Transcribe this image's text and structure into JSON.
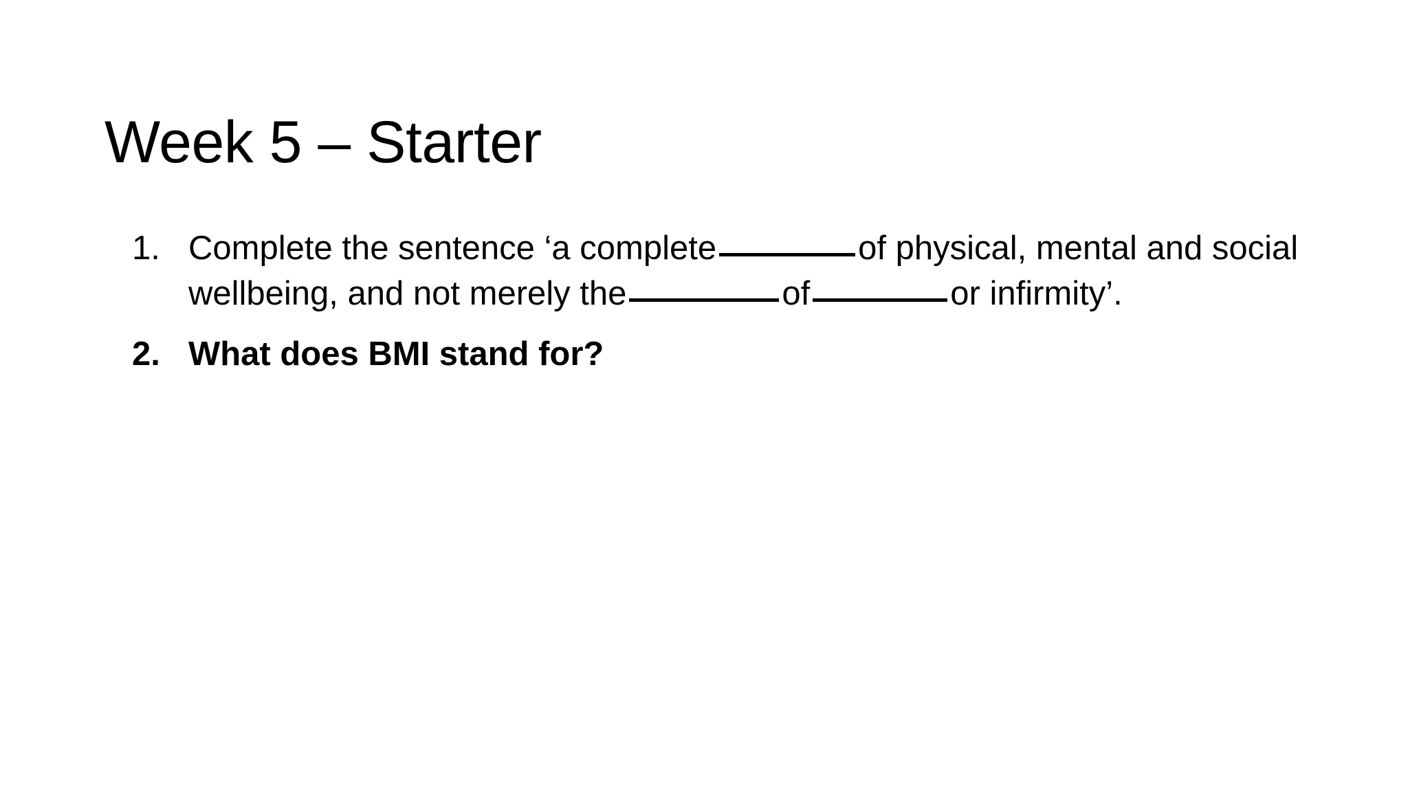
{
  "slide": {
    "background_color": "#ffffff",
    "text_color": "#000000",
    "title": "Week 5 – Starter",
    "items": [
      {
        "number": "1.",
        "emphasis": false,
        "segments": [
          {
            "type": "text",
            "value": "Complete the sentence ‘a complete"
          },
          {
            "type": "blank",
            "value": "_________"
          },
          {
            "type": "text",
            "value": "of physical, mental and social wellbeing, and not merely the"
          },
          {
            "type": "blank",
            "value": "__________"
          },
          {
            "type": "text",
            "value": "of"
          },
          {
            "type": "blank",
            "value": "_________"
          },
          {
            "type": "text",
            "value": "or infirmity’."
          }
        ],
        "full_text": "Complete the sentence ‘a complete _________ of physical, mental and social wellbeing, and not merely the __________ of _________ or infirmity’."
      },
      {
        "number": "2.",
        "emphasis": true,
        "segments": [
          {
            "type": "text",
            "value": "What does BMI stand for?"
          }
        ],
        "full_text": "What does BMI stand for?"
      }
    ]
  }
}
